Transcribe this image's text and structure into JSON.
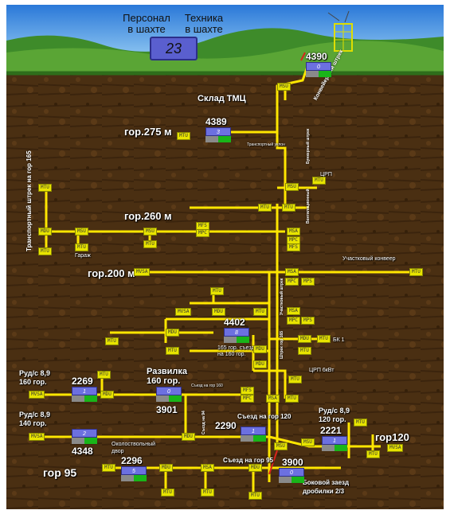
{
  "header": {
    "personnel_label": "Персонал\nв шахте",
    "equipment_label": "Техника\nв шахте",
    "counter_value": "23"
  },
  "levels": {
    "l275": "гор.275 м",
    "l260": "гор.260 м",
    "l200": "гор.200 м",
    "l95": "гор 95",
    "l120": "гор120"
  },
  "places": {
    "warehouse": "Склад ТМЦ",
    "razvilka": "Развилка\n160 гор.",
    "ore1": "Руд/с 8,9\n160 гор.",
    "ore2": "Руд/с 8,9\n140 гор.",
    "ore3": "Руд/с 8,9\n120 гор.",
    "okolostvol": "Околоствольный\nдвор",
    "exit120": "Съезд на гор 120",
    "exit95": "Съезд на гор 95",
    "side_exit": "Боковой заезд\nдробилки 2/3",
    "garage": "Гараж",
    "cpp": "ЦРП",
    "cpp6": "ЦРП 6кВт",
    "bk1": "БК 1",
    "section_conv": "Участковый конвеер",
    "transport_uklon": "Транспортный уклон",
    "exit165": "165 гор. съезд\nна 160 гор.",
    "exit160": "Съезд на гор 160",
    "conveyor_shaft": "Конвейерный штрек",
    "transport_shaft": "Транспортный штрек на гор 165",
    "belt_shaft": "Бункерный штрек",
    "vent_shaft": "Вентиляционный",
    "section_shaft": "Участковый штрек",
    "shaft165": "Штрек гор 165",
    "exit94": "Съезд на 94"
  },
  "devices": {
    "d4390": {
      "id": "4390",
      "count": "0"
    },
    "d4389": {
      "id": "4389",
      "count": "3"
    },
    "d4402": {
      "id": "4402",
      "count": "8"
    },
    "d2269": {
      "id": "2269",
      "count": "1"
    },
    "d3901": {
      "id": "3901",
      "count": "0"
    },
    "d4348": {
      "id": "4348",
      "count": "2"
    },
    "d2290": {
      "id": "2290",
      "count": "1"
    },
    "d2221": {
      "id": "2221",
      "count": "1"
    },
    "d2296": {
      "id": "2296",
      "count": "5"
    },
    "d3900": {
      "id": "3900",
      "count": "0"
    }
  },
  "tag_labels": {
    "mtu": "MTU",
    "msu": "MSU",
    "mdu": "MDU",
    "mfs": "MFS",
    "mpc": "MPC",
    "mvsa": "MVSA",
    "msa": "MSA",
    "mps": "MPS"
  },
  "colors": {
    "sky": "#3f8fe0",
    "soil": "#4a2f12",
    "track": "#ffe600",
    "device": "#6c70e0",
    "status_green": "#19b519"
  }
}
